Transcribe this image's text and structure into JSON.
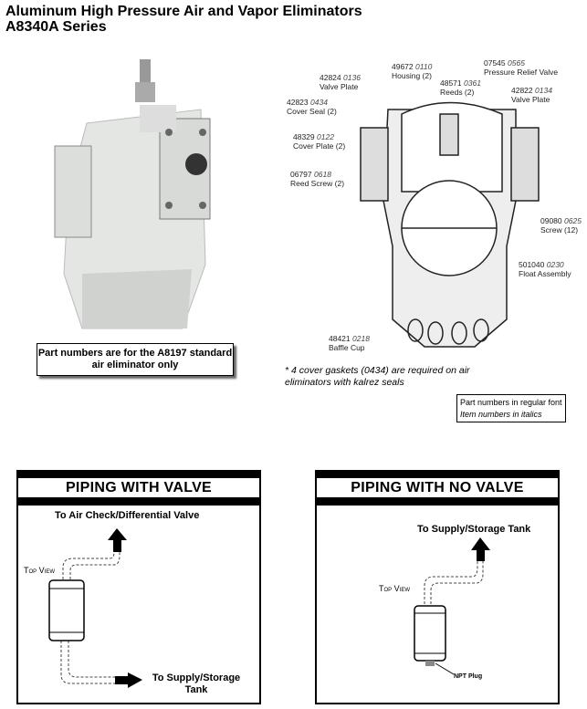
{
  "title": {
    "line1": "Aluminum High Pressure Air and Vapor Eliminators",
    "line2": "A8340A Series"
  },
  "note": "Part numbers are for the A8197 standard air eliminator only",
  "parts": [
    {
      "part": "42824",
      "item": "0136",
      "name": "Valve Plate"
    },
    {
      "part": "49672",
      "item": "0110",
      "name": "Housing (2)"
    },
    {
      "part": "48571",
      "item": "0361",
      "name": "Reeds (2)"
    },
    {
      "part": "07545",
      "item": "0565",
      "name": "Pressure Relief Valve"
    },
    {
      "part": "42822",
      "item": "0134",
      "name": "Valve Plate"
    },
    {
      "part": "42823",
      "item": "0434",
      "name": "Cover Seal (2)"
    },
    {
      "part": "48329",
      "item": "0122",
      "name": "Cover Plate (2)"
    },
    {
      "part": "06797",
      "item": "0618",
      "name": "Reed Screw (2)"
    },
    {
      "part": "09080",
      "item": "0625",
      "name": "Screw (12)"
    },
    {
      "part": "501040",
      "item": "0230",
      "name": "Float Assembly"
    },
    {
      "part": "48421",
      "item": "0218",
      "name": "Baffle Cup"
    }
  ],
  "gasket_note": "* 4 cover gaskets (0434) are required on air eliminators with kalrez seals",
  "legend": {
    "regular": "Part numbers in regular font",
    "italic": "Item numbers in italics"
  },
  "panel_valve": {
    "title": "PIPING WITH VALVE",
    "to_top": "To Air Check/Differential Valve",
    "top_view": "Top View",
    "to_bottom": "To Supply/Storage Tank"
  },
  "panel_novalve": {
    "title": "PIPING WITH NO VALVE",
    "to_top": "To Supply/Storage Tank",
    "top_view": "Top View",
    "plug": "NPT Plug"
  }
}
